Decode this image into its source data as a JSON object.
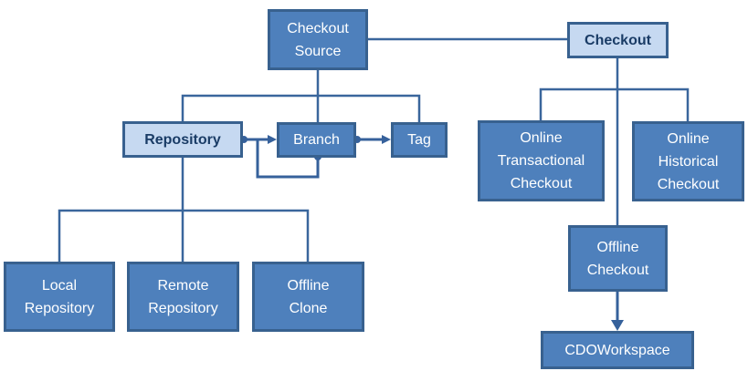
{
  "diagram": {
    "nodes": {
      "checkout_source": {
        "label": "Checkout\nSource",
        "variant": "normal"
      },
      "checkout": {
        "label": "Checkout",
        "variant": "highlight"
      },
      "repository": {
        "label": "Repository",
        "variant": "highlight"
      },
      "branch": {
        "label": "Branch",
        "variant": "normal"
      },
      "tag": {
        "label": "Tag",
        "variant": "normal"
      },
      "online_transactional_checkout": {
        "label": "Online\nTransactional\nCheckout",
        "variant": "normal"
      },
      "online_historical_checkout": {
        "label": "Online\nHistorical\nCheckout",
        "variant": "normal"
      },
      "offline_checkout": {
        "label": "Offline\nCheckout",
        "variant": "normal"
      },
      "cdo_workspace": {
        "label": "CDOWorkspace",
        "variant": "normal"
      },
      "local_repository": {
        "label": "Local\nRepository",
        "variant": "normal"
      },
      "remote_repository": {
        "label": "Remote\nRepository",
        "variant": "normal"
      },
      "offline_clone": {
        "label": "Offline\nClone",
        "variant": "normal"
      }
    },
    "edges": [
      {
        "from": "checkout_source",
        "to": "checkout",
        "style": "plain-line"
      },
      {
        "from": "checkout_source",
        "to": "repository",
        "style": "tree"
      },
      {
        "from": "checkout_source",
        "to": "branch",
        "style": "tree"
      },
      {
        "from": "checkout_source",
        "to": "tag",
        "style": "tree"
      },
      {
        "from": "repository",
        "to": "branch",
        "style": "dot-arrow"
      },
      {
        "from": "branch",
        "to": "branch",
        "style": "dot-arrow-self-loop"
      },
      {
        "from": "branch",
        "to": "tag",
        "style": "dot-arrow"
      },
      {
        "from": "checkout",
        "to": "online_transactional_checkout",
        "style": "tree"
      },
      {
        "from": "checkout",
        "to": "online_historical_checkout",
        "style": "tree"
      },
      {
        "from": "checkout",
        "to": "offline_checkout",
        "style": "tree"
      },
      {
        "from": "repository",
        "to": "local_repository",
        "style": "tree"
      },
      {
        "from": "repository",
        "to": "remote_repository",
        "style": "tree"
      },
      {
        "from": "repository",
        "to": "offline_clone",
        "style": "tree"
      },
      {
        "from": "offline_checkout",
        "to": "cdo_workspace",
        "style": "arrow"
      }
    ],
    "colors": {
      "node_fill": "#4E80BC",
      "node_border": "#38618F",
      "highlight_fill": "#C6D9F1",
      "highlight_text": "#1A3C66",
      "node_text": "#FFFFFF",
      "line_color": "#3A669C",
      "assoc_color": "#36619B",
      "canvas_bg": "#FFFFFF"
    }
  }
}
